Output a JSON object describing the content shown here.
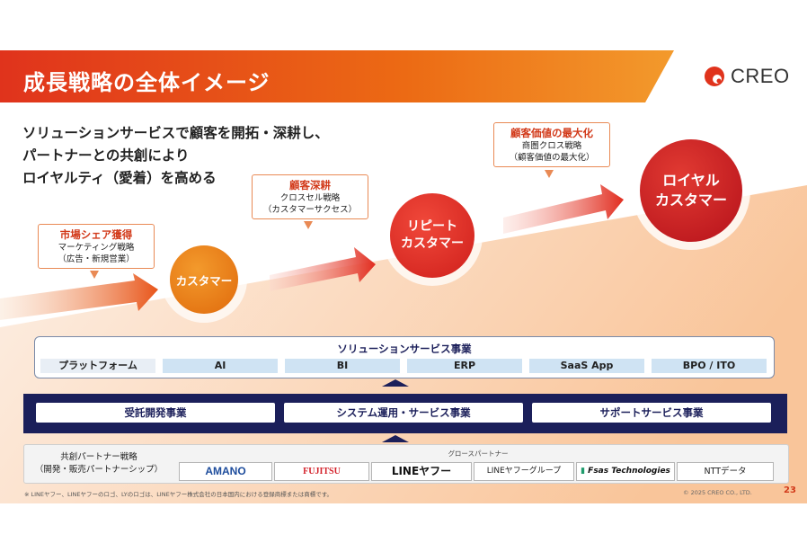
{
  "slide": {
    "title": "成長戦略の全体イメージ",
    "logo_text": "CREO",
    "tagline": [
      "ソリューションサービスで顧客を開拓・深耕し、",
      "パートナーとの共創により",
      "ロイヤルティ（愛着）を高める"
    ],
    "stages": [
      {
        "label": "カスタマー",
        "color": "#e8740f"
      },
      {
        "label": "リピート\nカスタマー",
        "color": "#df2a24"
      },
      {
        "label": "ロイヤル\nカスタマー",
        "color": "#c3141d"
      }
    ],
    "callouts": [
      {
        "title": "市場シェア獲得",
        "sub1": "マーケティング戦略",
        "sub2": "（広告・新規営業）"
      },
      {
        "title": "顧客深耕",
        "sub1": "クロスセル戦略",
        "sub2": "（カスタマーサクセス）"
      },
      {
        "title": "顧客価値の最大化",
        "sub1": "商圏クロス戦略",
        "sub2": "（顧客価値の最大化）"
      }
    ],
    "solution": {
      "heading": "ソリューションサービス事業",
      "items": [
        "プラットフォーム",
        "AI",
        "BI",
        "ERP",
        "SaaS App",
        "BPO / ITO"
      ]
    },
    "business": {
      "items": [
        "受託開発事業",
        "システム運用・サービス事業",
        "サポートサービス事業"
      ]
    },
    "partners": {
      "label1": "共創パートナー戦略",
      "label2": "（開発・販売パートナーシップ）",
      "group_label": "グロースパートナー",
      "logos": [
        "AMANO",
        "FUJITSU",
        "LINEヤフー",
        "LINEヤフーグループ",
        "Fsas Technologies",
        "NTTデータ"
      ]
    },
    "footnote": "※ LINEヤフー、LINEヤフーのロゴ、LYのロゴは、LINEヤフー株式会社の日本国内における登録商標または商標です。",
    "copyright": "© 2025 CREO CO., LTD.",
    "page_number": "23",
    "colors": {
      "accent_red": "#d23a1a",
      "navy": "#1b1f5a",
      "orange": "#ef7d1a"
    }
  }
}
